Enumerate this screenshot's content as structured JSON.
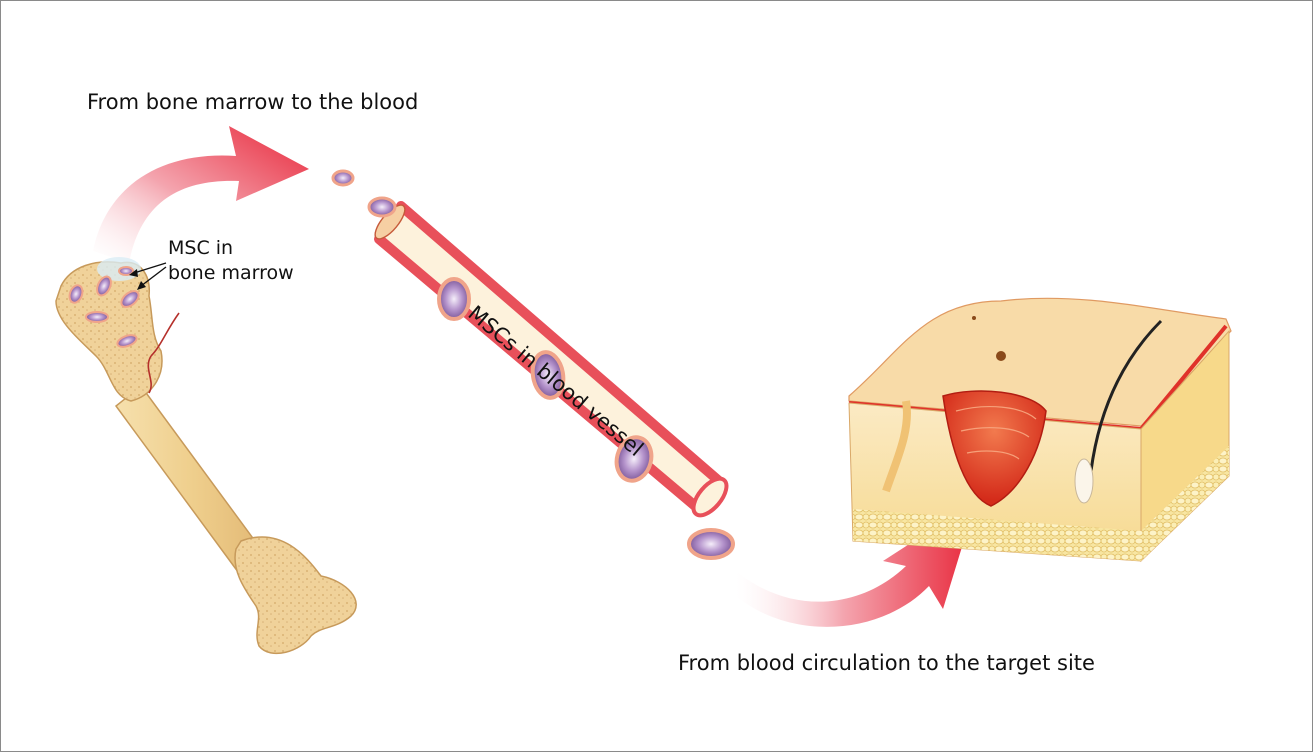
{
  "labels": {
    "top_title": "From bone marrow to the blood",
    "bottom_title": "From blood circulation to the target site",
    "msc_line1": "MSC in",
    "msc_line2": "bone marrow",
    "vessel": "MSCs in blood vessel"
  },
  "colors": {
    "arrow_red": "#e8273a",
    "bone": "#f3d9a0",
    "bone_outline": "#c79a5b",
    "vessel_inner": "#fdf2dc",
    "vessel_wall": "#e8505a",
    "cell_fill": "#9f7ab8",
    "cell_rim": "#f0a48a",
    "skin_top": "#f8dba8",
    "wound_red": "#e43a22",
    "fat_yellow": "#f7e27a"
  }
}
